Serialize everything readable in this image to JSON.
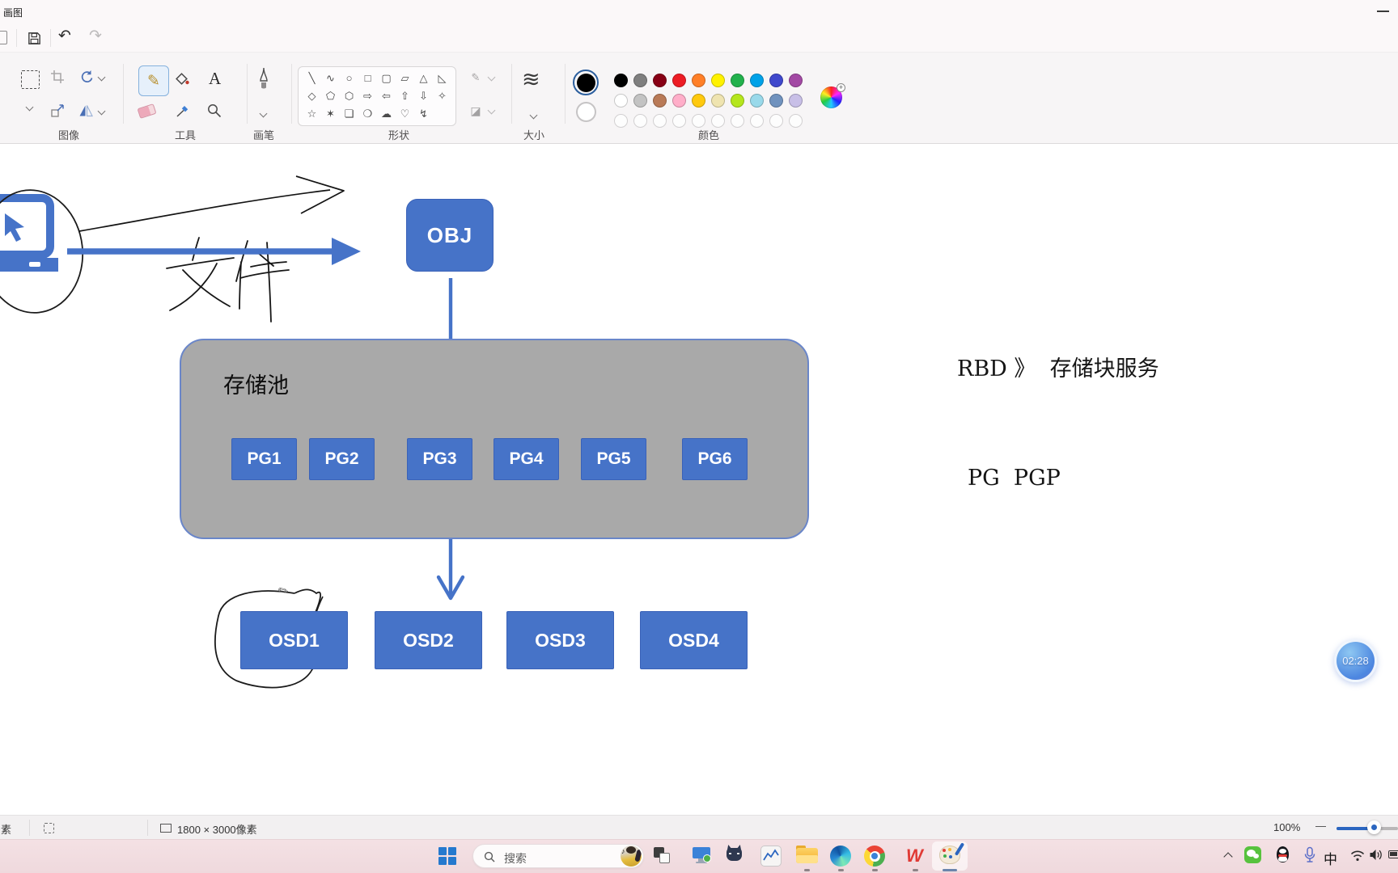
{
  "window": {
    "title": "画图"
  },
  "icons": {
    "undo": "↶",
    "redo": "↷",
    "text_tool": "A",
    "pencil_tool": "✎",
    "outline_btn": "✎",
    "fill_btn": "◪",
    "size_waves": "≋",
    "music_note": "♪"
  },
  "ribbon": {
    "group_labels": {
      "image": "图像",
      "tools": "工具",
      "brushes": "画笔",
      "shapes": "形状",
      "size": "大小",
      "colors": "颜色"
    },
    "shapes": {
      "glyphs": [
        "╲",
        "∿",
        "○",
        "□",
        "▢",
        "▱",
        "△",
        "◺",
        "◇",
        "⬠",
        "⬡",
        "⇨",
        "⇦",
        "⇧",
        "⇩",
        "✧",
        "☆",
        "✶",
        "❏",
        "❍",
        "☁",
        "♡",
        "↯"
      ]
    },
    "colors": {
      "color1": "#000000",
      "color2": "#ffffff",
      "palette_row1": [
        "#000000",
        "#7f7f7f",
        "#880015",
        "#ed1c24",
        "#ff7f27",
        "#fff200",
        "#22b14c",
        "#00a2e8",
        "#3f48cc",
        "#a349a4"
      ],
      "palette_row2": [
        "#ffffff",
        "#c3c3c3",
        "#b97a57",
        "#ffaec9",
        "#ffc90e",
        "#efe4b0",
        "#b5e61d",
        "#99d9ea",
        "#7092be",
        "#c8bfe7"
      ]
    }
  },
  "canvas": {
    "obj_label": "OBJ",
    "pool_label": "存储池",
    "pg_labels": [
      "PG1",
      "PG2",
      "PG3",
      "PG4",
      "PG5",
      "PG6"
    ],
    "osd_labels": [
      "OSD1",
      "OSD2",
      "OSD3",
      "OSD4"
    ],
    "handwriting": "文件",
    "note_rbd": "RBD 》  存储块服务",
    "note_pg_pgp": "PG  PGP"
  },
  "status_bar": {
    "cursor_partial": "素",
    "canvas_size": "1800 × 3000像素",
    "zoom_level": "100%",
    "zoom_minus": "—"
  },
  "taskbar": {
    "search_placeholder": "搜索",
    "ime_indicator": "中"
  },
  "recording_bubble": {
    "time": "02:28"
  },
  "theme_colors": {
    "accent_blue": "#4673c8",
    "pool_gray": "#a9a9a9",
    "taskbar_pink": "#f3dfe2"
  }
}
